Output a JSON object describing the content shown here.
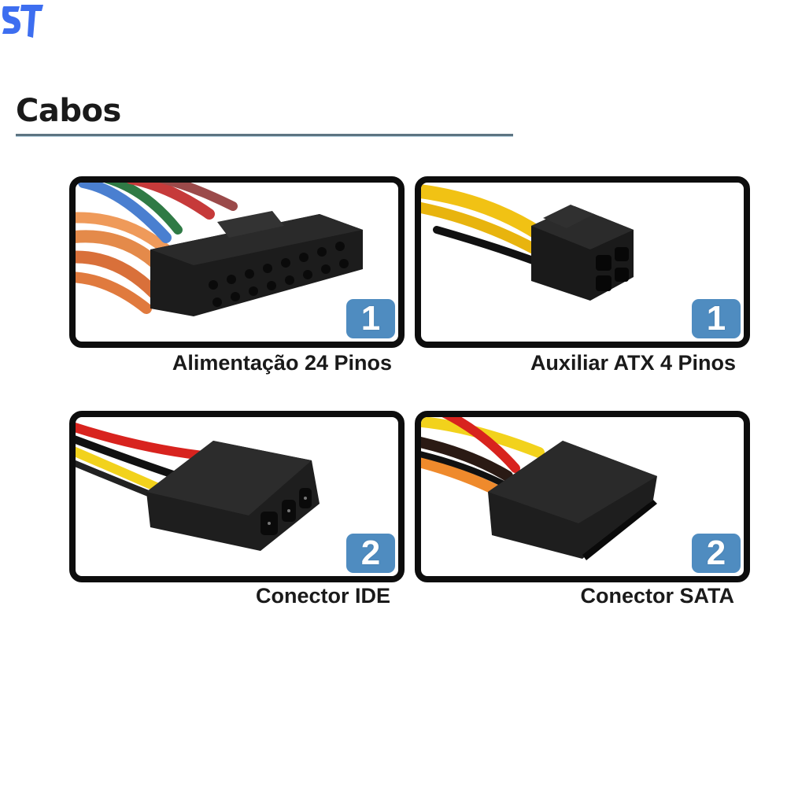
{
  "brand": {
    "logo_text": "ST",
    "logo_color": "#3d6ef0",
    "logo_icon": "st-logo-icon"
  },
  "header": {
    "title": "Cabos",
    "rule_color": "#5d7482"
  },
  "colors": {
    "badge_bg": "#4f8cc0",
    "badge_text": "#ffffff",
    "frame": "#0d0d0d",
    "caption": "#1a1a1a"
  },
  "cables": [
    {
      "quantity": "1",
      "label": "Alimentação 24 Pinos",
      "connector": "atx-24-pin-connector",
      "wire_colors": [
        "#e0743a",
        "#4a7fd0",
        "#2f7a45",
        "#c63a3a",
        "#9b6a4a"
      ]
    },
    {
      "quantity": "1",
      "label": "Auxiliar ATX 4 Pinos",
      "connector": "atx-4-pin-connector",
      "wire_colors": [
        "#f1c214",
        "#111111"
      ]
    },
    {
      "quantity": "2",
      "label": "Conector IDE",
      "connector": "molex-ide-connector",
      "wire_colors": [
        "#d8231e",
        "#111111",
        "#f2d21c"
      ]
    },
    {
      "quantity": "2",
      "label": "Conector SATA",
      "connector": "sata-power-connector",
      "wire_colors": [
        "#f2d21c",
        "#d8231e",
        "#111111",
        "#ef8a2c"
      ]
    }
  ]
}
